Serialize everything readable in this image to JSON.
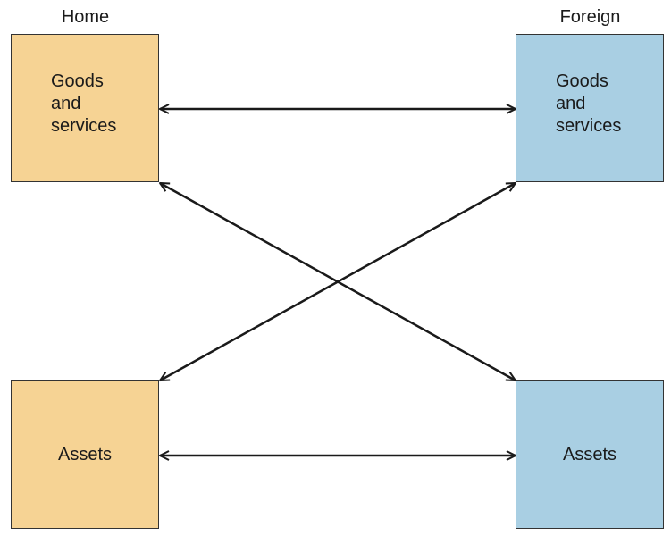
{
  "columns": {
    "home": "Home",
    "foreign": "Foreign"
  },
  "boxes": {
    "home_goods": "Goods\nand\nservices",
    "home_assets": "Assets",
    "foreign_goods": "Goods\nand\nservices",
    "foreign_assets": "Assets"
  },
  "colors": {
    "home_fill": "#f6d394",
    "foreign_fill": "#a9cfe3",
    "arrow": "#1a1a1a"
  }
}
